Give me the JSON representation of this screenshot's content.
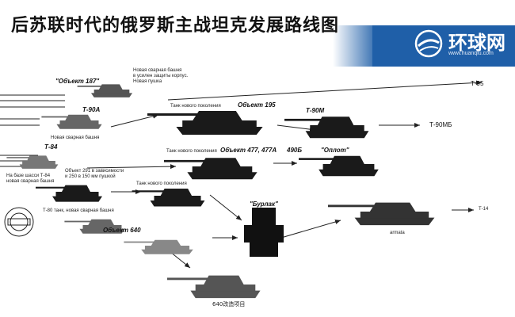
{
  "header": {
    "title": "后苏联时代的俄罗斯主战坦克发展路线图",
    "logo_text": "环球网",
    "logo_url": "www.huanqiu.com",
    "banner_color": "#1f5fa8"
  },
  "labels": {
    "obj187": "\"Объект 187\"",
    "obj187_note1": "Новая сварная башня",
    "obj187_note2": "в усилен защиты корпус.",
    "obj187_note3": "Новая пушка",
    "t90a": "Т-90А",
    "t90a_note": "Новая сварная башня",
    "t84": "Т-84",
    "t84_note1": "На базе шасси Т-84",
    "t84_note2": "новая сварная башня",
    "obj291_note1": "Объект 291 в зависимости",
    "obj291_note2": "и 250 в 150 мм пушкой",
    "t80_note": "Т-80 танк, новая сварная башня",
    "obj640": "Объект 640",
    "tank_new1": "Танк нового поколения",
    "obj195": "Объект 195",
    "t90m": "Т-90М",
    "t95": "Т-95",
    "t90ms": "Т-90МБ",
    "tank_new2": "Танк нового поколения",
    "obj477": "Объект 477, 477А",
    "n490": "490Б",
    "oplot": "\"Оплот\"",
    "tank_new3": "Танк нового поколения",
    "burlak": "\"Бурлак\"",
    "armata": "armata",
    "t14": "Т-14",
    "bottom": "640改造项目"
  }
}
